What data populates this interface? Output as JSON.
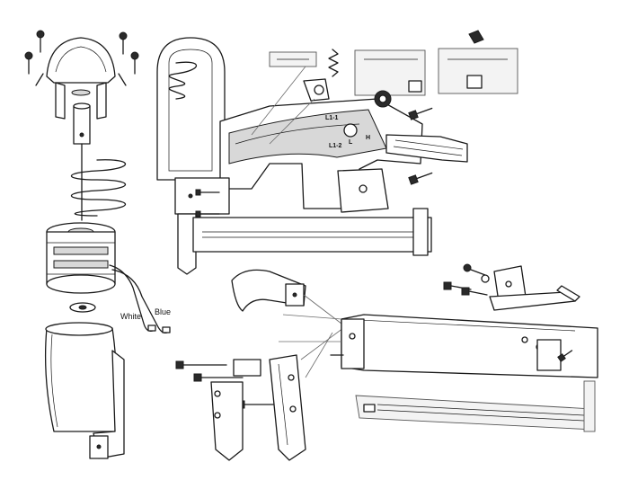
{
  "labels": {
    "wire_white": "White",
    "wire_blue": "Blue",
    "term_l1_1": "L1-1",
    "term_l1_2": "L1-2",
    "term_l": "L",
    "term_h": "H"
  },
  "colors": {
    "line": "#1a1a1a",
    "highlight": "#d8d8d8",
    "leader": "#6b6b6b"
  }
}
